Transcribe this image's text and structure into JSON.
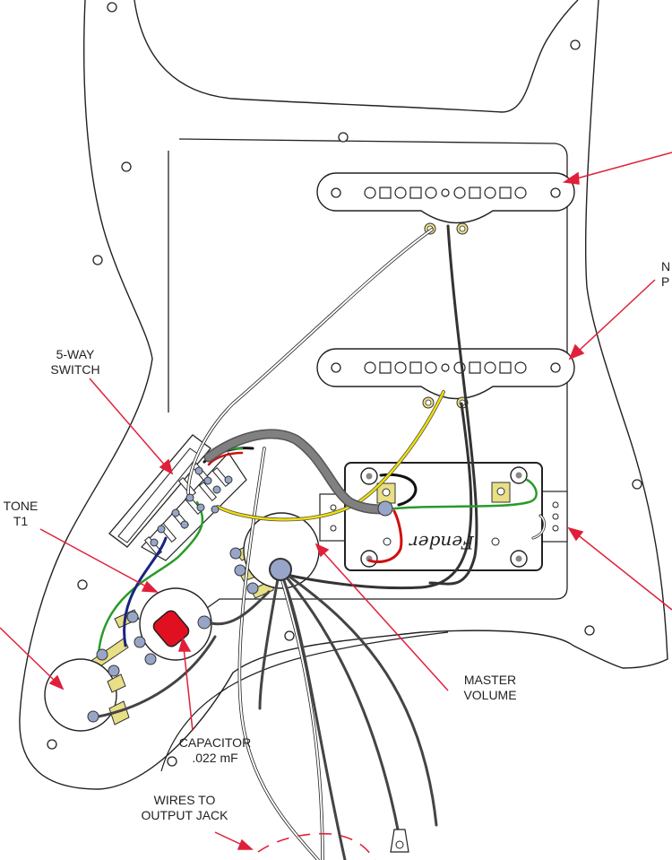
{
  "labels": {
    "switch": {
      "line1": "5-WAY",
      "line2": "SWITCH"
    },
    "tone": {
      "line1": "TONE",
      "line2": "T1"
    },
    "volume": {
      "line1": "MASTER",
      "line2": "VOLUME"
    },
    "capacitor": {
      "line1": "CAPACITOR",
      "line2": ".022 mF"
    },
    "output": {
      "line1": "WIRES TO",
      "line2": "OUTPUT JACK"
    },
    "edge_fragment": {
      "line1": "N",
      "line2": "P"
    }
  },
  "colors": {
    "outline": "#222222",
    "leader": "#e0203a",
    "capacitor": "#e01020",
    "wire_yellow": "#f2e000",
    "wire_green": "#2a9a2a",
    "wire_blue": "#1a237e",
    "wire_red": "#d01010",
    "wire_black": "#111111",
    "cable_gray": "#808080",
    "lug_yellow": "#e8df86",
    "solder_blue": "#97a6c8"
  },
  "humbucker": {
    "brand": "Fender"
  }
}
